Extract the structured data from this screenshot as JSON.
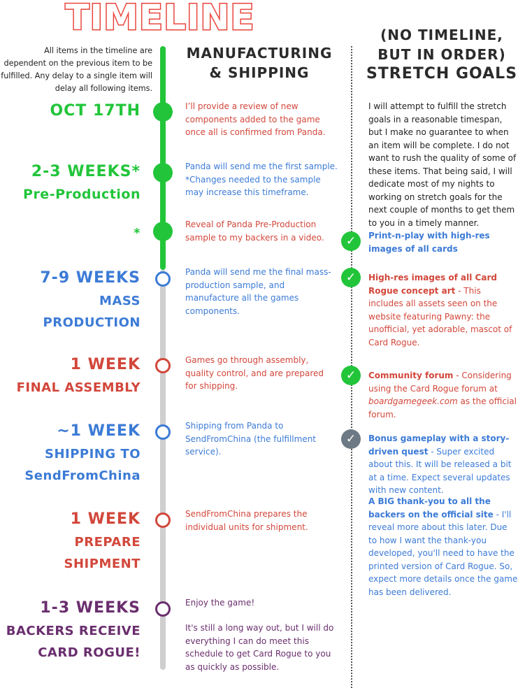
{
  "title": "TIMELINE",
  "intro_note": "All items in the timeline are dependent on the previous item to be fulfilled. Any delay to a single item will delay all following items.",
  "manufacturing_header": [
    "MANUFACTURING",
    "& SHIPPING"
  ],
  "stretch_header": [
    "(NO TIMELINE,",
    "BUT IN ORDER)",
    "STRETCH GOALS"
  ],
  "timeline": [
    {
      "label": "OCT 17TH",
      "sublabel": "",
      "desc": "I’ll provide a review of new components added to the game once all is confirmed from Panda."
    },
    {
      "label": "2-3 WEEKS*",
      "sublabel": "Pre-Production",
      "desc": "Panda will send me the first sample. *Changes needed to the sample may increase this timeframe."
    },
    {
      "label": "*",
      "sublabel": "",
      "desc": "Reveal of Panda Pre-Production sample to my backers in a video."
    },
    {
      "label": "7-9 WEEKS",
      "sublabel": "MASS\nPRODUCTION",
      "desc": "Panda will send me the final mass-production sample, and manufacture all the games components."
    },
    {
      "label": "1 WEEK",
      "sublabel": "FINAL ASSEMBLY",
      "desc": "Games go through assembly, quality control, and are prepared for shipping."
    },
    {
      "label": "~1 WEEK",
      "sublabel": "SHIPPING TO\nSendFromChina",
      "desc": "Shipping from Panda to SendFromChina (the fulfillment service)."
    },
    {
      "label": "1 WEEK",
      "sublabel": "PREPARE\nSHIPMENT",
      "desc": "SendFromChina prepares the individual units for shipment."
    },
    {
      "label": "1-3 WEEKS",
      "sublabel": "BACKERS RECEIVE\nCARD ROGUE!",
      "desc": "Enjoy the game!",
      "desc2": "It's still a long way out, but I will do everything I can do meet this schedule to get Card Rogue to you as quickly as possible."
    }
  ],
  "stretch_intro": "I will attempt to fulfill the stretch goals in a reasonable timespan, but I make no guarantee to when an item will be complete. I do not want to rush the quality of some of these items.  That being said, I will dedicate most of my nights to working on stretch goals for the next couple of months to get them to you in a timely manner.",
  "stretch_goals": [
    {
      "title": "Print-n-play with high-res images of all cards",
      "body": "",
      "status": "done"
    },
    {
      "title": "High-res images of all Card Rogue concept art",
      "body": " - This includes all assets seen on the website featuring Pawny: the unofficial, yet adorable, mascot of Card Rogue.",
      "status": "done"
    },
    {
      "title": "Community forum",
      "body_pre": " - Considering using the Card Rogue forum at ",
      "body_em": "boardgamegeek.com",
      "body_post": " as the official forum.",
      "status": "done"
    },
    {
      "title": "Bonus gameplay with a story-driven quest",
      "body": " - Super excited about this.  It will be released a bit at a time.  Expect several updates with new content.",
      "status": "in-progress"
    },
    {
      "title": "A BIG thank-you to all the backers on the official site",
      "body": " - I'll reveal more about this later.  Due to how I want the thank-you developed, you'll need to have the printed version of Card Rogue.  So, expect more details once the game has been delivered.",
      "status": "none"
    }
  ],
  "check_glyph": "✓",
  "colors": {
    "green": "#22c53a",
    "blue": "#3c7bd6",
    "red": "#d2473b",
    "purple": "#6a2e6e",
    "gray_check": "#6d7a86",
    "title_red": "#e8453c"
  }
}
